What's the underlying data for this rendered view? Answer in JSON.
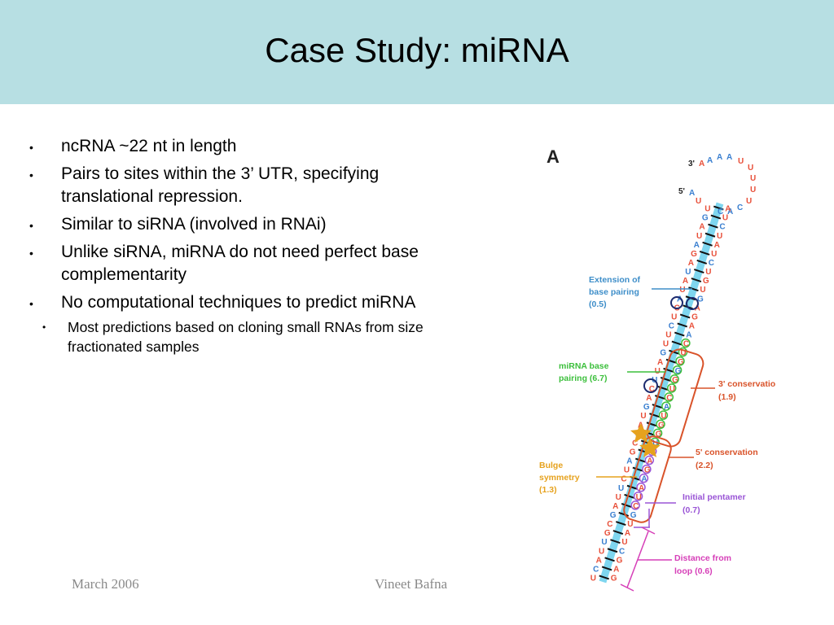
{
  "slide": {
    "title": "Case Study: miRNA",
    "bullets": [
      "ncRNA ~22 nt in length",
      "Pairs to sites within the 3’ UTR, specifying translational repression.",
      "Similar to siRNA (involved in RNAi)",
      "Unlike siRNA, miRNA do not need perfect base complementarity",
      "No computational techniques to predict miRNA"
    ],
    "sub_bullets": [
      "Most predictions based on cloning small RNAs from size fractionated samples"
    ],
    "bullet_glyph": "•"
  },
  "footer": {
    "date": "March 2006",
    "author": "Vineet Bafna"
  },
  "figure": {
    "panel_label": "A",
    "end_3": "3'",
    "end_5": "5'",
    "annotations": {
      "extension_title": "Extension of",
      "extension_title2": "base pairing",
      "extension_score": "(0.5)",
      "mirna_title": "miRNA base",
      "mirna_title2": "pairing  (6.7)",
      "cons3_title": "3' conservatio",
      "cons3_score": "(1.9)",
      "cons5_title": "5' conservation",
      "cons5_score": "(2.2)",
      "bulge_title": "Bulge",
      "bulge_title2": "symmetry",
      "bulge_score": "(1.3)",
      "pentamer_title": "Initial pentamer",
      "pentamer_score": "(0.7)",
      "distance_title": "Distance from",
      "distance_score": "loop (0.6)"
    },
    "colors": {
      "title_bar": "#b7dfe3",
      "stem": "#7fd6ef",
      "base_red": "#e8503a",
      "base_blue": "#3a7fd0",
      "ann_blue": "#3e8ec9",
      "ann_green": "#3cbf3c",
      "ann_orange": "#d9532a",
      "ann_gold": "#e6a21e",
      "ann_purple": "#9a55d6",
      "ann_magenta": "#d63fb8"
    }
  }
}
